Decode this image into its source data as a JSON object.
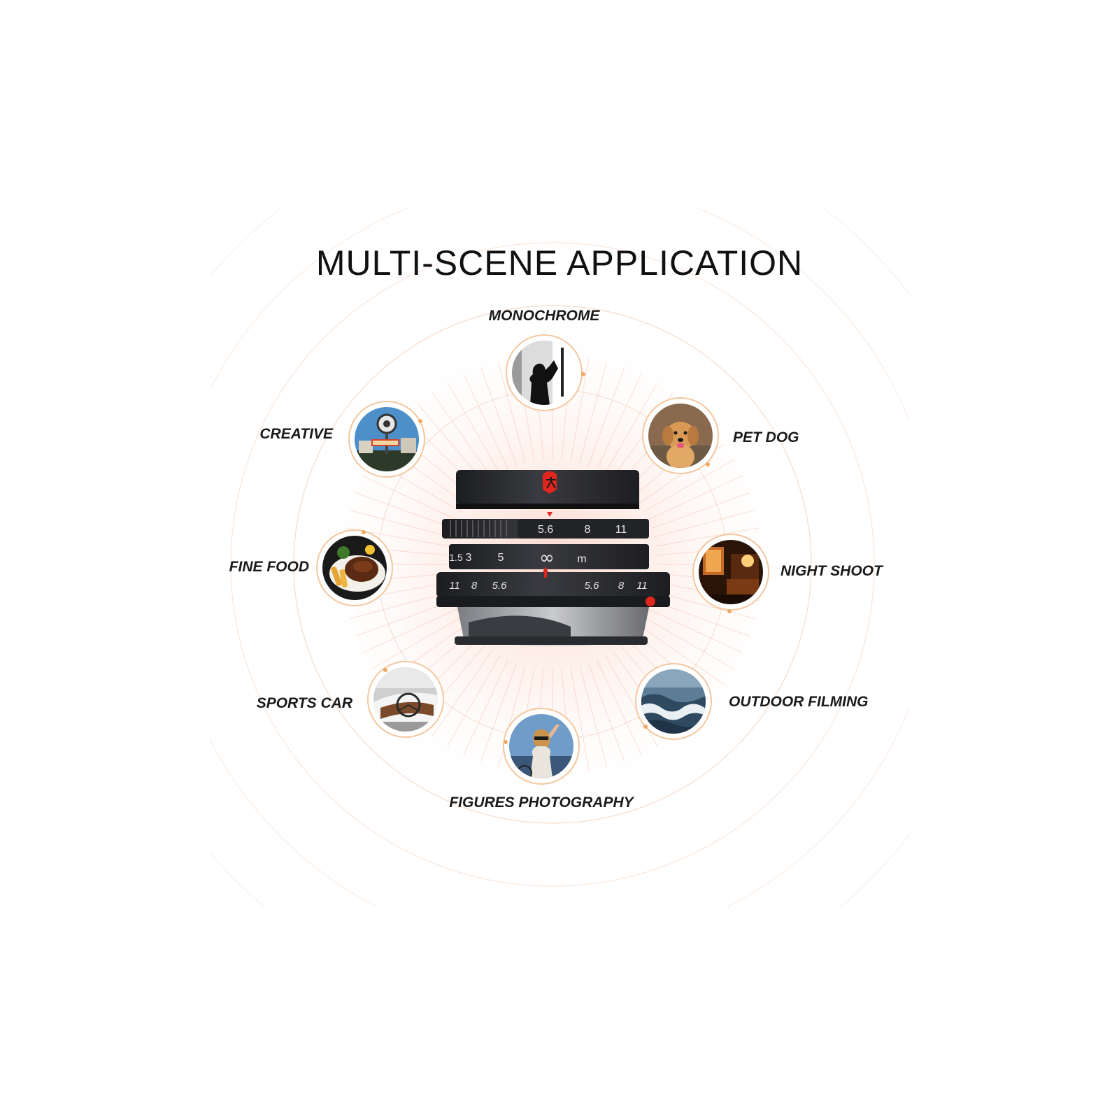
{
  "title": "MULTI-SCENE APPLICATION",
  "colors": {
    "accent": "#f0a865",
    "ring": "#f4c79f",
    "text": "#111111",
    "lens_body": "#2b2c2f",
    "lens_red": "#e0261d"
  },
  "scenes": [
    {
      "id": "monochrome",
      "label": "MONOCHROME",
      "icon": "silhouette-photo-icon"
    },
    {
      "id": "pet-dog",
      "label": "PET DOG",
      "icon": "dog-photo-icon"
    },
    {
      "id": "night-shoot",
      "label": "NIGHT SHOOT",
      "icon": "night-room-photo-icon"
    },
    {
      "id": "outdoor-filming",
      "label": "OUTDOOR FILMING",
      "icon": "waves-photo-icon"
    },
    {
      "id": "figures-photography",
      "label": "FIGURES PHOTOGRAPHY",
      "icon": "woman-portrait-photo-icon"
    },
    {
      "id": "sports-car",
      "label": "SPORTS CAR",
      "icon": "car-interior-photo-icon"
    },
    {
      "id": "fine-food",
      "label": "FINE FOOD",
      "icon": "steak-plate-photo-icon"
    },
    {
      "id": "creative",
      "label": "CREATIVE",
      "icon": "city-sign-photo-icon"
    }
  ],
  "lens": {
    "aperture_scale": [
      "5.6",
      "8",
      "11"
    ],
    "distance_scale": [
      "1.5",
      "3",
      "5",
      "∞",
      "m"
    ],
    "dof_scale_left": [
      "11",
      "8",
      "5.6"
    ],
    "dof_scale_right": [
      "5.6",
      "8",
      "11"
    ]
  }
}
